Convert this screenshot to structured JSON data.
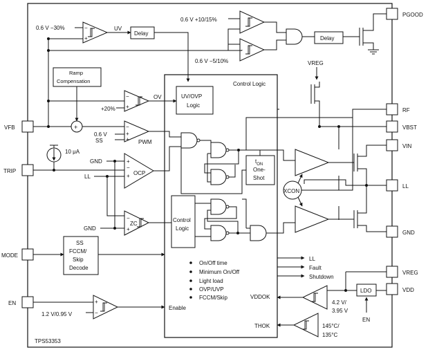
{
  "part_number": "TPS53353",
  "pins": {
    "pgood": "PGOOD",
    "rf": "RF",
    "vbst": "VBST",
    "vin": "VIN",
    "ll": "LL",
    "gnd": "GND",
    "vreg": "VREG",
    "vdd": "VDD",
    "vfb": "VFB",
    "trip": "TRIP",
    "mode": "MODE",
    "en": "EN"
  },
  "labels": {
    "uv_threshold": "0.6 V −30%",
    "uv": "UV",
    "delay": "Delay",
    "pgood_high": "0.6 V +10/15%",
    "pgood_low": "0.6 V −5/10%",
    "ramp_comp": [
      "Ramp",
      "Compensation"
    ],
    "control_logic_title": "Control Logic",
    "ov_plus": "+20%",
    "ov": "OV",
    "uvovp_logic": [
      "UV/OVP",
      "Logic"
    ],
    "pwm_ref": "0.6 V",
    "ss": "SS",
    "pwm": "PWM",
    "current_src": "10 μA",
    "gnd_in": "GND",
    "ll_in": "LL",
    "ocp": "OCP",
    "zc": "ZC",
    "gnd_zc": "GND",
    "ton_oneshot": [
      "t",
      "ON",
      "One-",
      "Shot"
    ],
    "xcon": "XCON",
    "vreg_top": "VREG",
    "control_logic_inner": [
      "Control",
      "Logic"
    ],
    "mode_decode": [
      "SS",
      "FCCM/",
      "Skip",
      "Decode"
    ],
    "features": [
      "On/Off time",
      "Minimum On/Off",
      "Light load",
      "OVP/UVP",
      "FCCM/Skip"
    ],
    "ll_out": "LL",
    "fault": "Fault",
    "shutdown": "Shutdown",
    "vddok": "VDDOK",
    "ldo": "LDO",
    "vdd_th": [
      "4.2 V/",
      "3.95 V"
    ],
    "en_ldo": "EN",
    "enable": "Enable",
    "en_th": "1.2 V/0.95 V",
    "thok": "THOK",
    "thok_th": [
      "145°C/",
      "135°C"
    ],
    "minus": "−",
    "plus": "+"
  }
}
